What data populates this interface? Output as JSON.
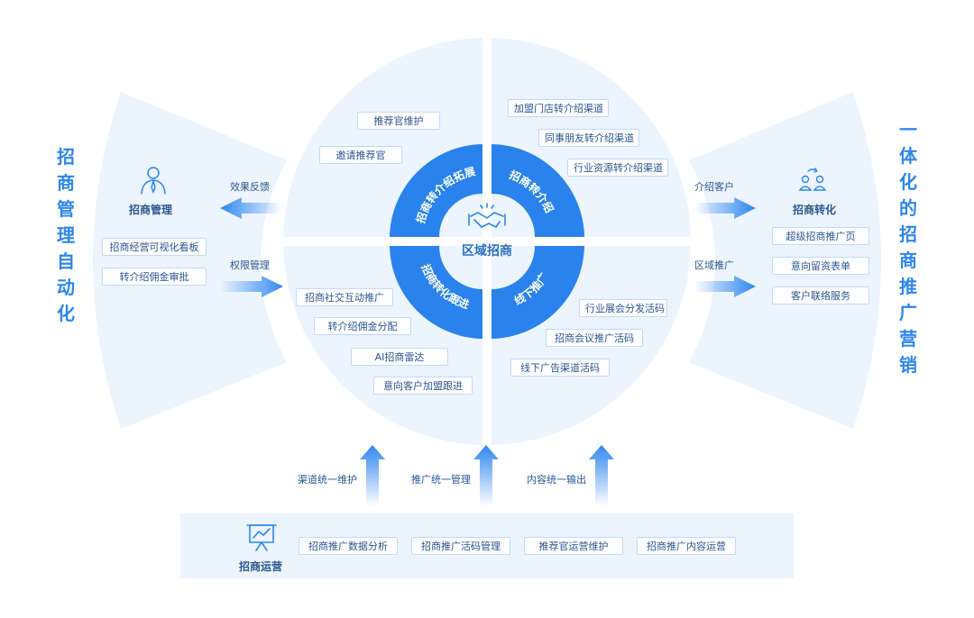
{
  "left_title": [
    "招",
    "商",
    "管",
    "理",
    "自",
    "动",
    "化"
  ],
  "right_title": [
    "一",
    "体",
    "化",
    "的",
    "招",
    "商",
    "推",
    "广",
    "营",
    "销"
  ],
  "center": {
    "label": "区域招商"
  },
  "ring": {
    "top_left": "招商转介绍拓展",
    "top_right": "招商转介绍",
    "bottom_left": "招商转化跟进",
    "bottom_right": "线下推广"
  },
  "quadrants": {
    "top_left": [
      "推荐官维护",
      "邀请推荐官"
    ],
    "top_right": [
      "加盟门店转介绍渠道",
      "同事朋友转介绍渠道",
      "行业资源转介绍渠道"
    ],
    "bottom_left": [
      "招商社交互动推广",
      "转介绍佣金分配",
      "AI招商雷达",
      "意向客户加盟跟进"
    ],
    "bottom_right": [
      "行业展会分发活码",
      "招商会议推广活码",
      "线下广告渠道活码"
    ]
  },
  "left_panel": {
    "title": "招商管理",
    "items": [
      "招商经营可视化看板",
      "转介绍佣金审批"
    ]
  },
  "right_panel": {
    "title": "招商转化",
    "items": [
      "超级招商推广页",
      "意向留资表单",
      "客户联络服务"
    ]
  },
  "arrows": {
    "left_top": "效果反馈",
    "left_bottom": "权限管理",
    "right_top": "介绍客户",
    "right_bottom": "区域推广",
    "up_1": "渠道统一维护",
    "up_2": "推广统一管理",
    "up_3": "内容统一输出"
  },
  "bottom_panel": {
    "title": "招商运营",
    "items": [
      "招商推广数据分析",
      "招商推广活码管理",
      "推荐官运营维护",
      "招商推广内容运营"
    ]
  },
  "colors": {
    "accent": "#2f86f0",
    "ring": "#2a82ec",
    "pale": "#ecf4fd",
    "text": "#2b5693"
  }
}
